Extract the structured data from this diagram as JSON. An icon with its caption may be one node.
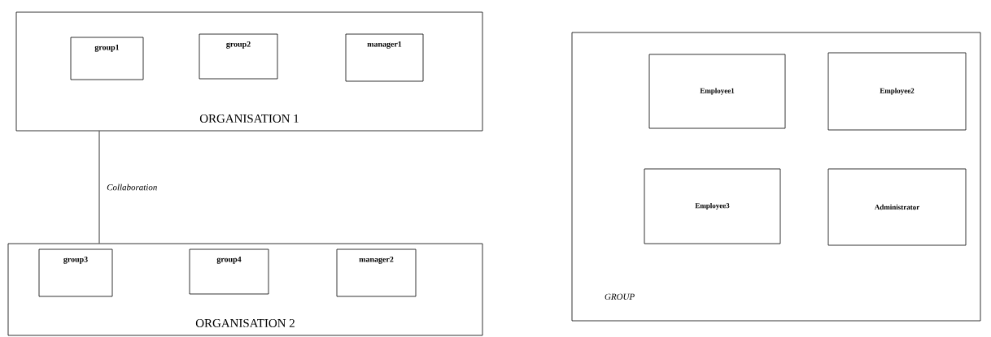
{
  "diagram": {
    "nodes": [
      {
        "text": [
          "ORGANISATION 1"
        ]
      },
      {
        "text": [
          "group1"
        ],
        "in": 0
      },
      {
        "text": [
          "group2"
        ],
        "in": 0
      },
      {
        "text": [
          "manager1"
        ],
        "in": 0
      },
      {
        "text": [
          "ORGANISATION 2"
        ]
      },
      {
        "text": [
          "group3"
        ],
        "in": 4
      },
      {
        "text": [
          "group4"
        ],
        "in": 4
      },
      {
        "text": [
          "manager2"
        ],
        "in": 4
      },
      {
        "text": [
          "GROUP"
        ]
      },
      {
        "text": [
          "Employee1"
        ],
        "in": 8
      },
      {
        "text": [
          "Employee2"
        ],
        "in": 8
      },
      {
        "text": [
          "Employee3"
        ],
        "in": 8
      },
      {
        "text": [
          "Administrator"
        ],
        "in": 8
      }
    ],
    "edges": [
      {
        "from": 0,
        "to": 4,
        "arrow": "none",
        "label": "Collaboration"
      }
    ]
  }
}
